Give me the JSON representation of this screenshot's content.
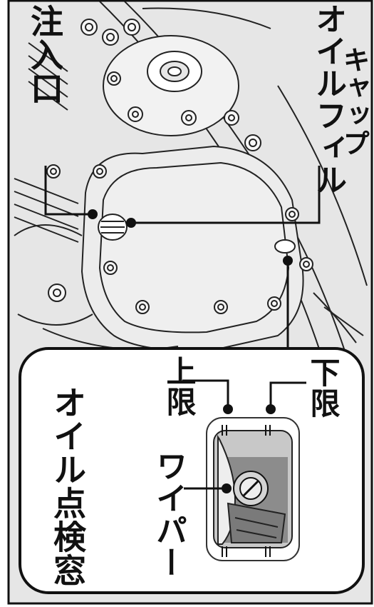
{
  "labels": {
    "oil_inlet": "注入口",
    "oil_filler_cap_line1": "オイルフィル",
    "oil_filler_cap_line2": "キャップ",
    "upper_limit": "上限",
    "lower_limit": "下限",
    "oil_check_window": "オイル点検窓",
    "wiper": "ワイパー"
  },
  "colors": {
    "line": "#111111",
    "engine_bg": "#e6e6e6",
    "panel_bg": "#ffffff",
    "glass_dark": "#8c8c8c",
    "glass_mid": "#c8c8c8",
    "glass_light": "#eeeeee"
  }
}
